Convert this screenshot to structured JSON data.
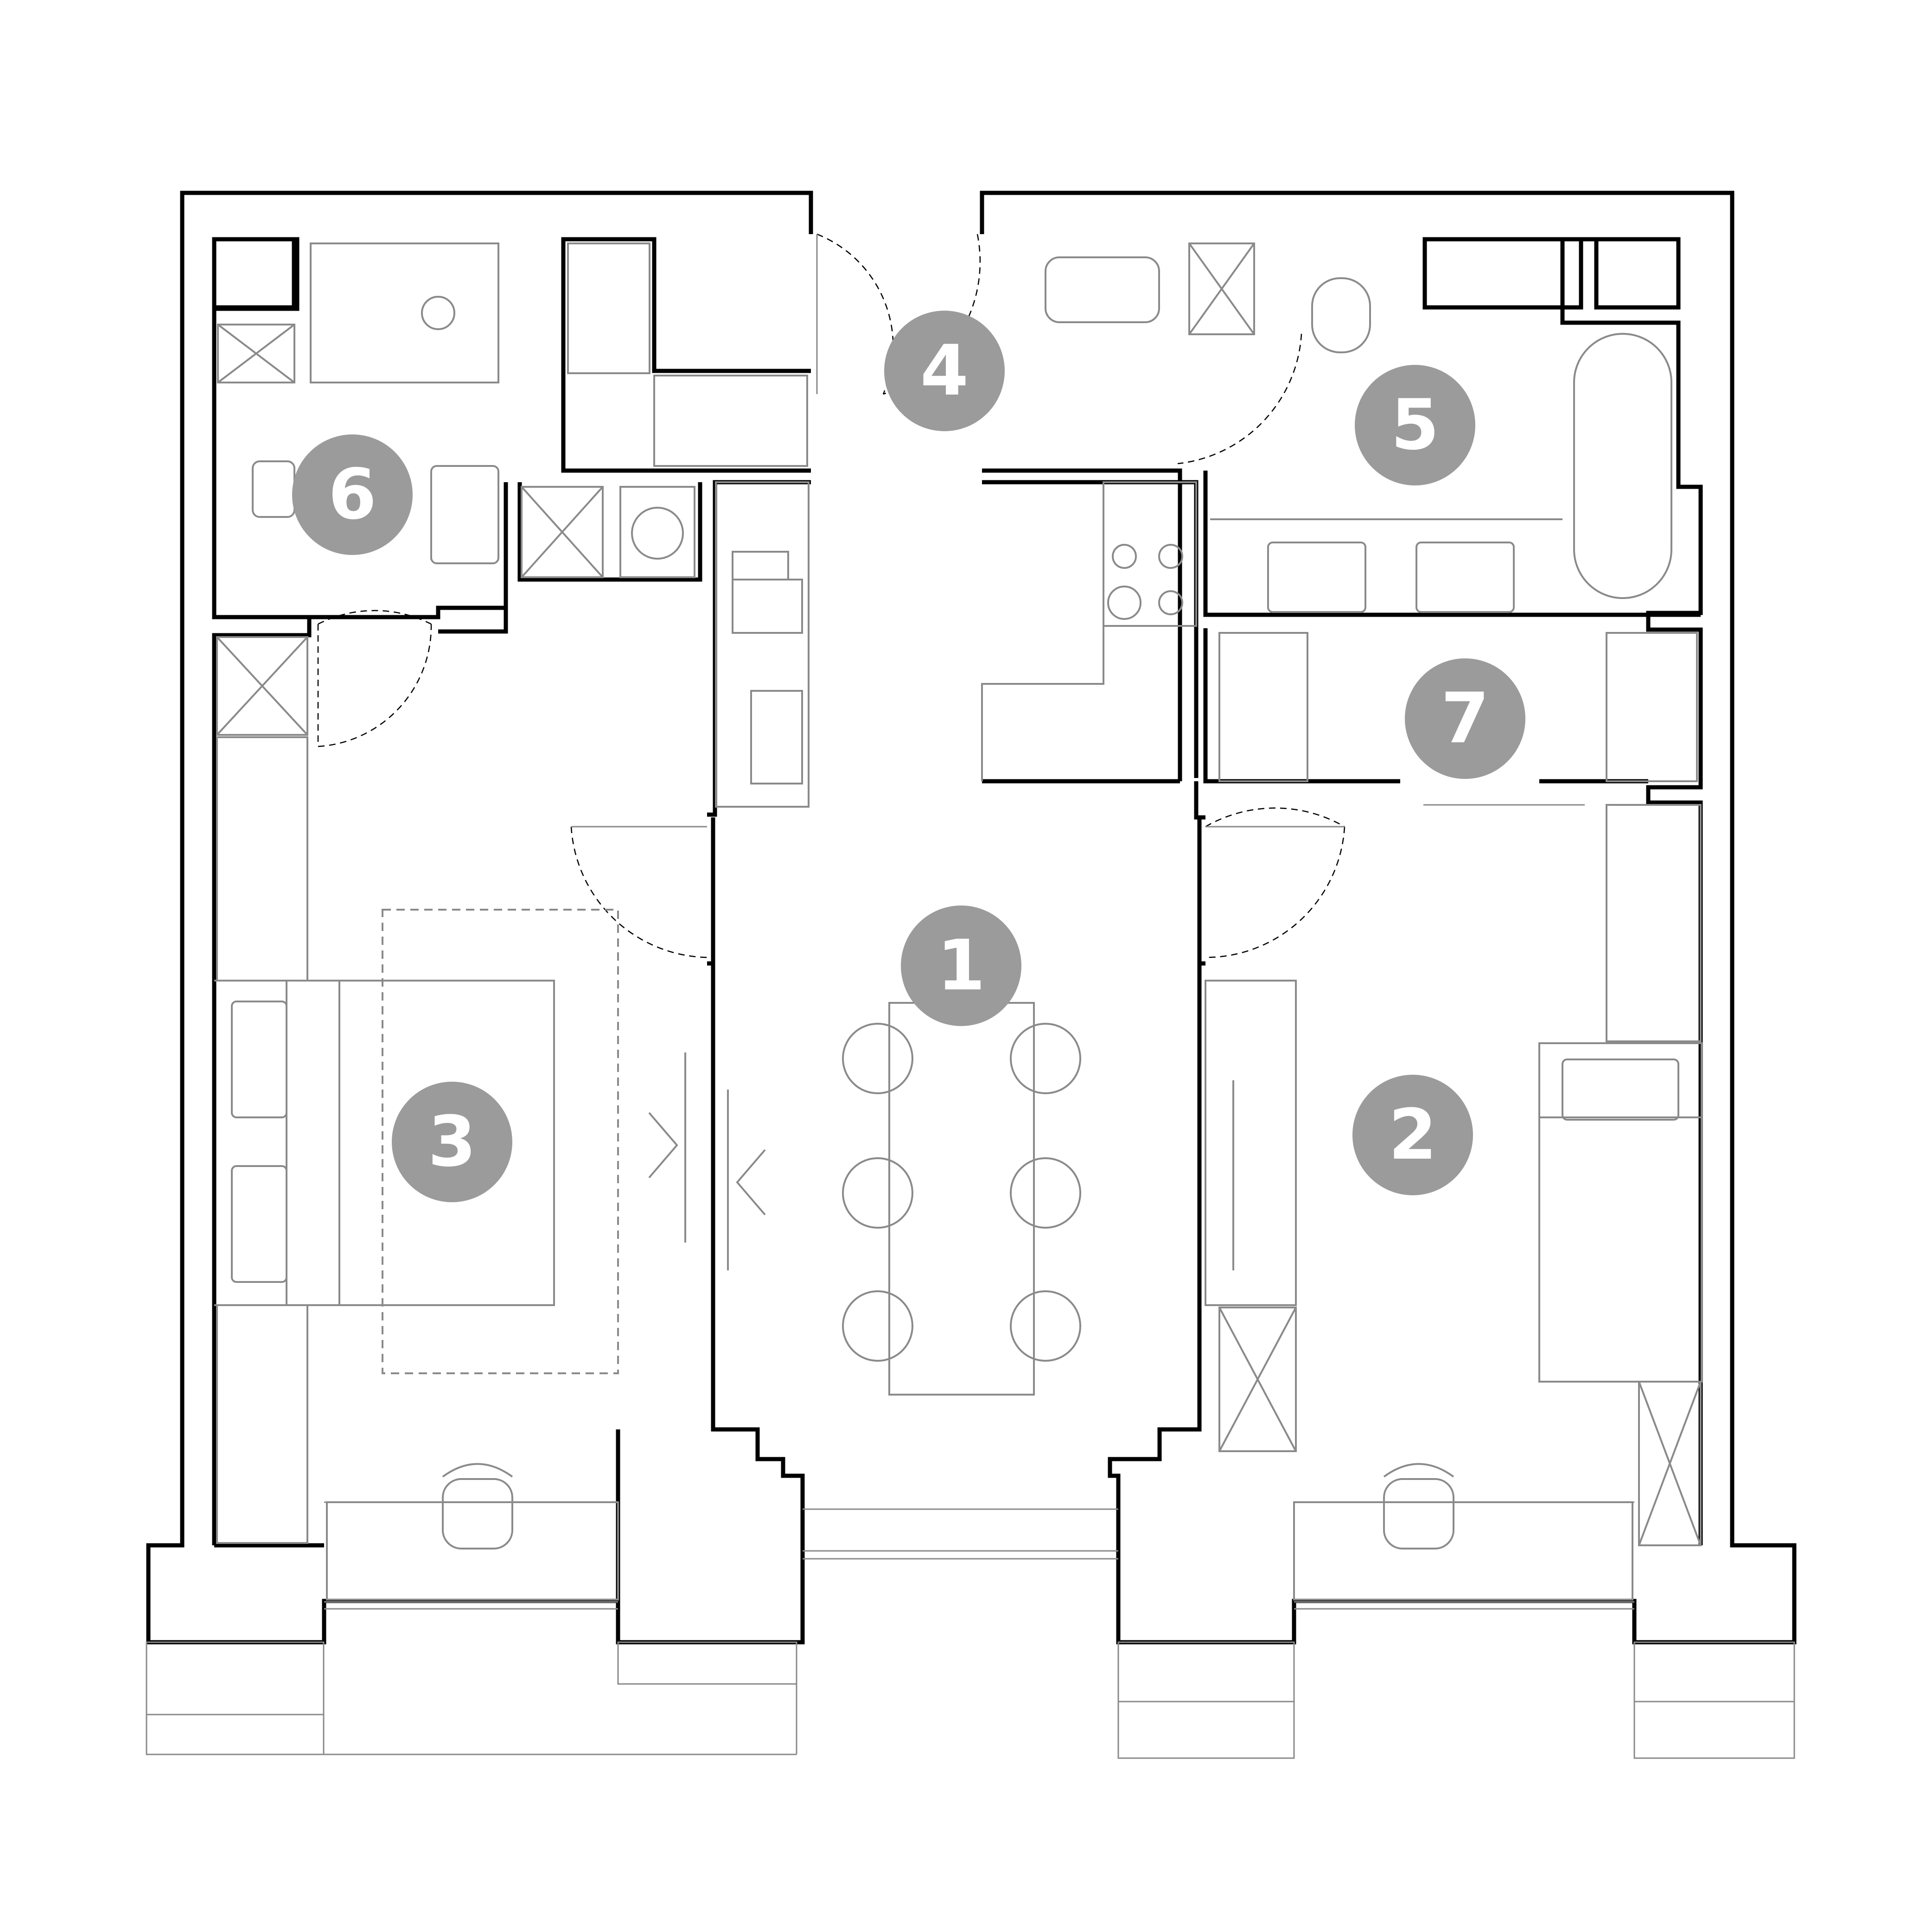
{
  "rooms": [
    {
      "id": "room-1",
      "number": "1"
    },
    {
      "id": "room-2",
      "number": "2"
    },
    {
      "id": "room-3",
      "number": "3"
    },
    {
      "id": "room-4",
      "number": "4"
    },
    {
      "id": "room-5",
      "number": "5"
    },
    {
      "id": "room-6",
      "number": "6"
    },
    {
      "id": "room-7",
      "number": "7"
    }
  ],
  "colors": {
    "wall": "#000000",
    "furniture": "#8a8a8a",
    "badge": "#9b9b9b",
    "badge_text": "#ffffff"
  }
}
